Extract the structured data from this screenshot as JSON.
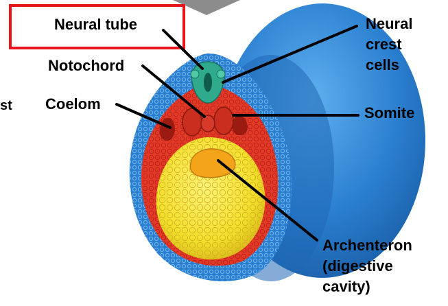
{
  "labels": {
    "neural_tube": "Neural tube",
    "neural_crest_line1": "Neural",
    "neural_crest_line2": "crest",
    "neural_crest_line3": "cells",
    "notochord": "Notochord",
    "coelom": "Coelom",
    "somite": "Somite",
    "archenteron_line1": "Archenteron",
    "archenteron_line2": "(digestive",
    "archenteron_line3": "cavity)",
    "cut_off_left": "st"
  },
  "colors": {
    "highlight_box": "#e8151b",
    "ectoderm_blue": "#2a7fd0",
    "mesoderm_red": "#e23a26",
    "endoderm_yellow": "#f2df2b",
    "neural_tube_teal": "#2faa8c",
    "arrow_gray": "#8c8c8c"
  }
}
